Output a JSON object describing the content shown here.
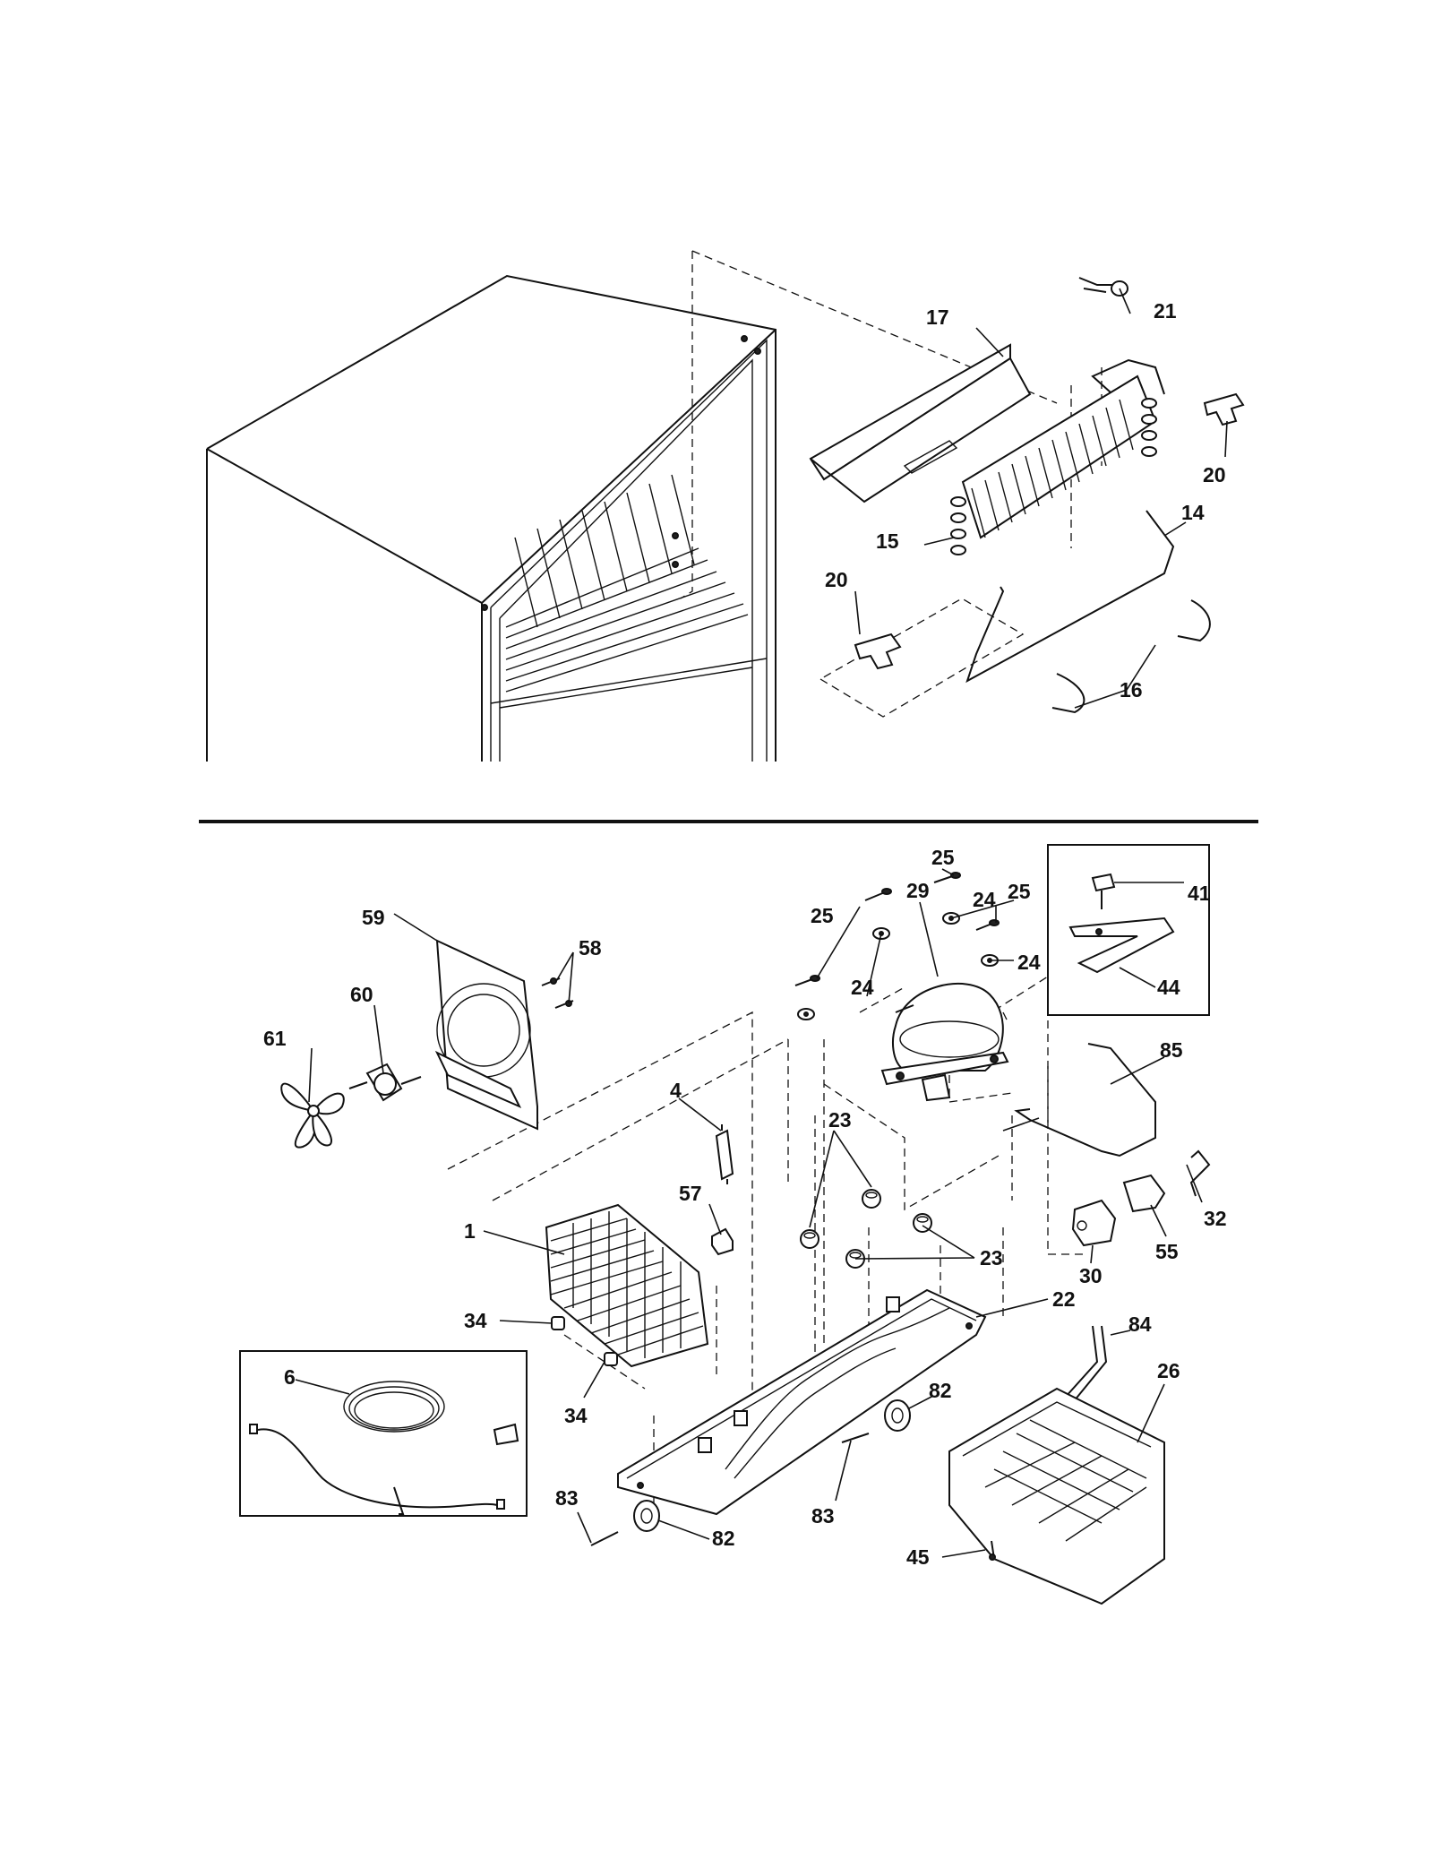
{
  "callouts": {
    "c21": "21",
    "c17": "17",
    "c20a": "20",
    "c14": "14",
    "c15": "15",
    "c20b": "20",
    "c16": "16",
    "c25a": "25",
    "c25b": "25",
    "c25c": "25",
    "c29": "29",
    "c24a": "24",
    "c24b": "24",
    "c24c": "24",
    "c41": "41",
    "c44": "44",
    "c59": "59",
    "c58": "58",
    "c60": "60",
    "c61": "61",
    "c85": "85",
    "c4": "4",
    "c23a": "23",
    "c23b": "23",
    "c57": "57",
    "c1": "1",
    "c32": "32",
    "c55": "55",
    "c30": "30",
    "c34a": "34",
    "c34b": "34",
    "c22": "22",
    "c84": "84",
    "c26": "26",
    "c6": "6",
    "c82a": "82",
    "c82b": "82",
    "c83a": "83",
    "c83b": "83",
    "c45": "45"
  }
}
